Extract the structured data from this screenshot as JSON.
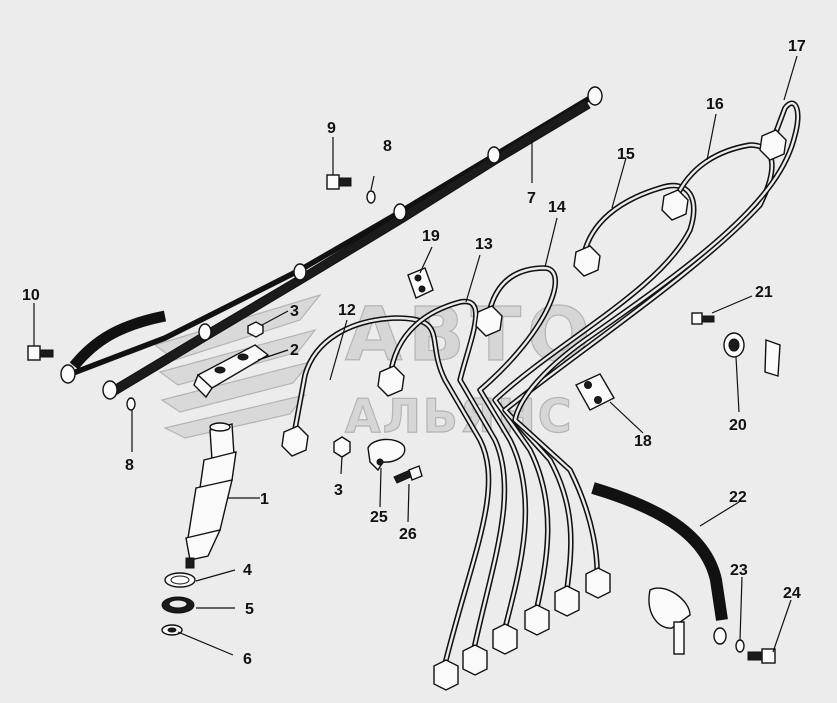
{
  "watermark": {
    "line1": "АВТО",
    "line2": "АЛЬЯНС"
  },
  "callouts": [
    {
      "id": "1",
      "part": "injector"
    },
    {
      "id": "2",
      "part": "injector-clamp"
    },
    {
      "id": "3",
      "part": "nut"
    },
    {
      "id": "3",
      "part": "nut"
    },
    {
      "id": "4",
      "part": "seal-ring"
    },
    {
      "id": "5",
      "part": "heat-shield-washer"
    },
    {
      "id": "6",
      "part": "washer"
    },
    {
      "id": "7",
      "part": "leak-off-line"
    },
    {
      "id": "8",
      "part": "sealing-washer"
    },
    {
      "id": "8",
      "part": "sealing-washer"
    },
    {
      "id": "9",
      "part": "banjo-bolt"
    },
    {
      "id": "10",
      "part": "banjo-bolt"
    },
    {
      "id": "12",
      "part": "injection-pipe"
    },
    {
      "id": "13",
      "part": "injection-pipe"
    },
    {
      "id": "14",
      "part": "injection-pipe"
    },
    {
      "id": "15",
      "part": "injection-pipe"
    },
    {
      "id": "16",
      "part": "injection-pipe"
    },
    {
      "id": "17",
      "part": "injection-pipe"
    },
    {
      "id": "18",
      "part": "pipe-clamp"
    },
    {
      "id": "19",
      "part": "pipe-clamp"
    },
    {
      "id": "20",
      "part": "hose-clip"
    },
    {
      "id": "21",
      "part": "bolt"
    },
    {
      "id": "22",
      "part": "return-hose"
    },
    {
      "id": "23",
      "part": "sealing-washer"
    },
    {
      "id": "24",
      "part": "banjo-bolt"
    },
    {
      "id": "25",
      "part": "bracket-clamp"
    },
    {
      "id": "26",
      "part": "bolt"
    }
  ]
}
